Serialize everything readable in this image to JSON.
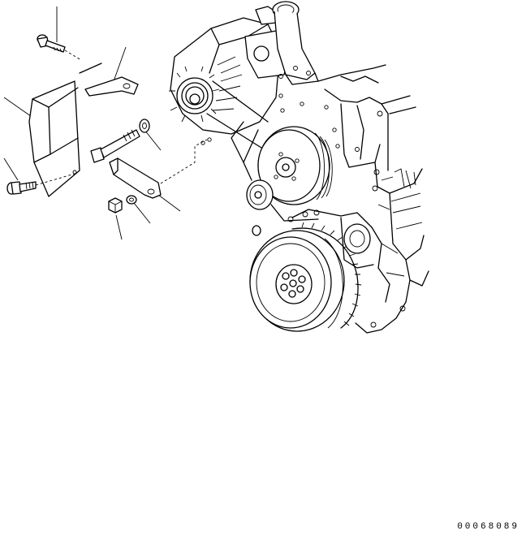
{
  "drawing": {
    "id": "00068089"
  },
  "parts": [
    {
      "name": "cover-bolt-top"
    },
    {
      "name": "bracket-upper"
    },
    {
      "name": "alternator-cover"
    },
    {
      "name": "cover-bolt-left"
    },
    {
      "name": "bracket-lower"
    },
    {
      "name": "long-bolt"
    },
    {
      "name": "washer-upper"
    },
    {
      "name": "washer-lower"
    },
    {
      "name": "nut"
    }
  ]
}
